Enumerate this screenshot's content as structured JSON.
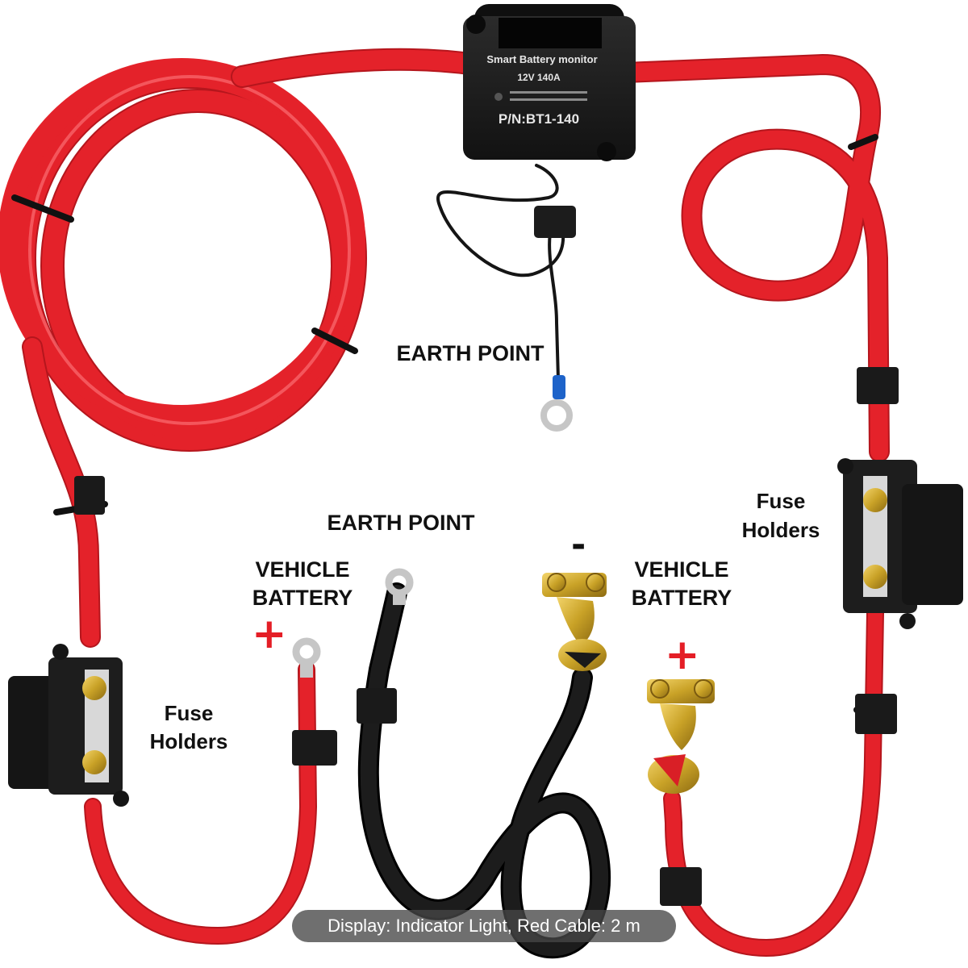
{
  "labels": {
    "earth_point_top": "EARTH POINT",
    "earth_point_mid": "EARTH POINT",
    "vehicle_battery_left_line1": "VEHICLE",
    "vehicle_battery_left_line2": "BATTERY",
    "vehicle_battery_right_line1": "VEHICLE",
    "vehicle_battery_right_line2": "BATTERY",
    "fuse_holders_left_line1": "Fuse",
    "fuse_holders_left_line2": "Holders",
    "fuse_holders_right_line1": "Fuse",
    "fuse_holders_right_line2": "Holders",
    "plus_left": "+",
    "plus_right": "+",
    "minus": "-"
  },
  "device": {
    "title": "Smart Battery monitor",
    "rating": "12V 140A",
    "part_number": "P/N:BT1-140"
  },
  "caption": "Display: Indicator Light, Red Cable: 2 m",
  "colors": {
    "red_cable": "#e4222a",
    "black_cable": "#111111",
    "device_body": "#1c1c1c",
    "brass_terminal": "#c9a227",
    "plus_sign": "#e41e26"
  }
}
